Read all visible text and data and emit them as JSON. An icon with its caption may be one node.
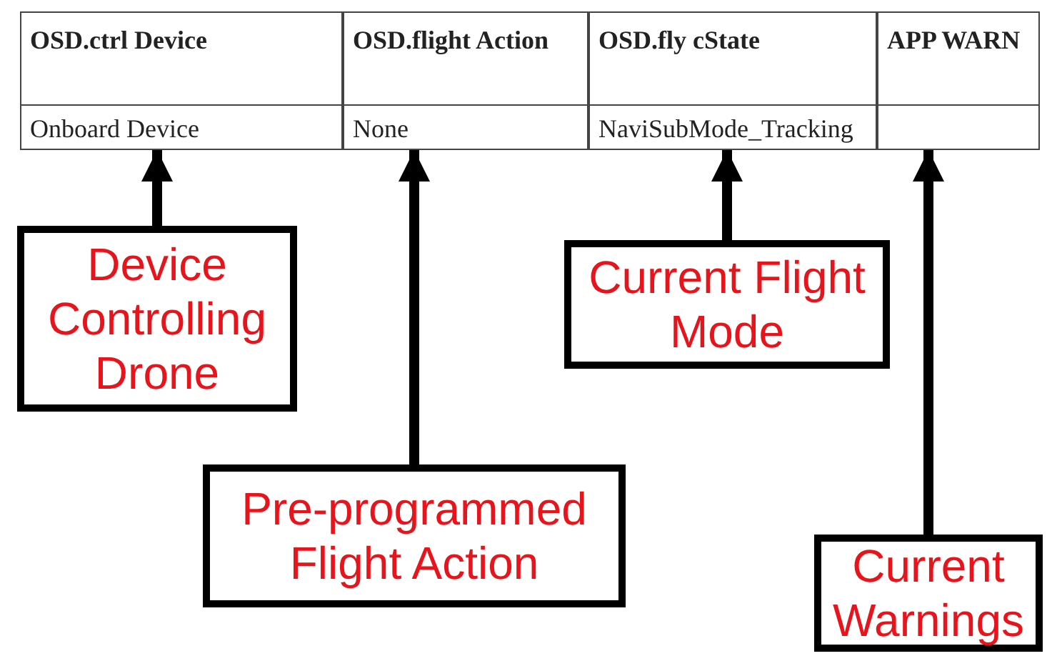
{
  "diagram": {
    "nodes": [
      {
        "text": [
          "Onboard Device"
        ]
      },
      {
        "text": [
          "None"
        ]
      },
      {
        "text": [
          "NaviSubMode_Tracking"
        ]
      },
      {
        "text": [],
        "shape": "box"
      },
      {
        "text": [
          "Device Controlling Drone"
        ]
      },
      {
        "text": [
          "Current Flight Mode"
        ]
      },
      {
        "text": [
          "Pre-programmed Flight Action"
        ]
      },
      {
        "text": [
          "Current Warnings"
        ]
      }
    ],
    "edges": [
      {
        "from": 4,
        "to": 0,
        "arrow": "to"
      },
      {
        "from": 5,
        "to": 2,
        "arrow": "to"
      },
      {
        "from": 6,
        "to": 1,
        "arrow": "to"
      },
      {
        "from": 7,
        "to": 3,
        "arrow": "to"
      }
    ],
    "labels": [
      "OSD.ctrl Device",
      "OSD.flight Action",
      "OSD.fly cState",
      "APP WARN"
    ]
  }
}
